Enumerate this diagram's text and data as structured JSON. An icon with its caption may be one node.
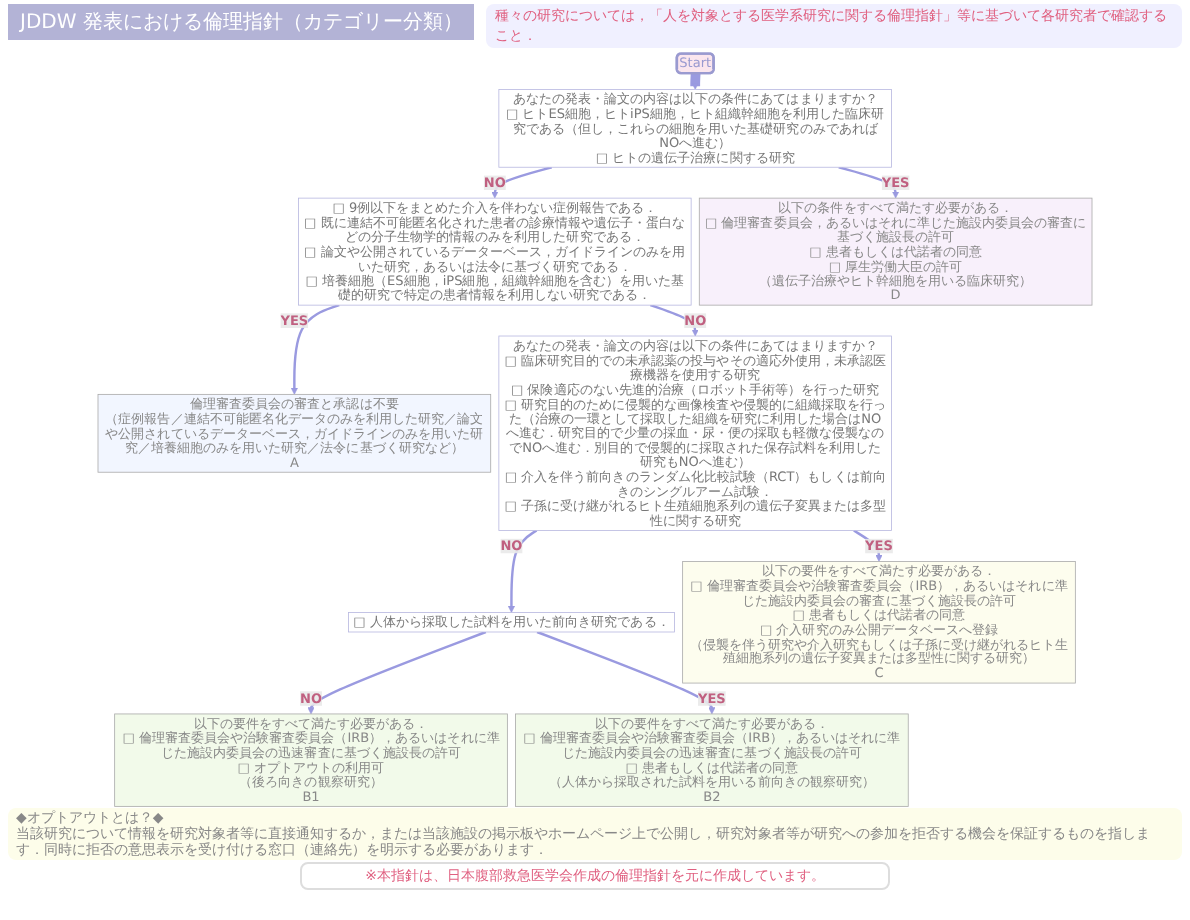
{
  "diagram": {
    "title": "JDDW 発表における倫理指針（カテゴリー分類）",
    "nodes": [
      {
        "text": [
          "Start"
        ]
      },
      {
        "text": [
          "あなたの発表・論文の内容は以下の条件にあてはまりますか？",
          "□ ヒトES細胞，ヒトiPS細胞，ヒト組織幹細胞を利用した臨床研究である（但し，これらの細胞を用いた基礎研究のみであればNOへ進む）",
          "□ ヒトの遺伝子治療に関する研究"
        ]
      },
      {
        "text": [
          "□ 9例以下をまとめた介入を伴わない症例報告である．",
          "□ 既に連結不可能匿名化された患者の診療情報や遺伝子・蛋白などの分子生物学的情報のみを利用した研究である．",
          "□ 論文や公開されているデーターベース，ガイドラインのみを用いた研究，あるいは法令に基づく研究である．",
          "□ 培養細胞（ES細胞，iPS細胞，組織幹細胞を含む）を用いた基礎的研究で特定の患者情報を利用しない研究である．"
        ]
      },
      {
        "text": [
          "あなたの発表・論文の内容は以下の条件にあてはまりますか？",
          "□ 臨床研究目的での未承認薬の投与やその適応外使用，未承認医療機器を使用する研究",
          "□ 保険適応のない先進的治療（ロボット手術等）を行った研究",
          "□ 研究目的のために侵襲的な画像検査や侵襲的に組織採取を行った（治療の一環として採取した組織を研究に利用した場合はNOへ進む．研究目的で少量の採血・尿・便の採取も軽微な侵襲なのでNOへ進む．別目的で侵襲的に採取された保存試料を利用した研究もNOへ進む）",
          "□ 介入を伴う前向きのランダム化比較試験（RCT）もしくは前向きのシングルアーム試験．",
          "□ 子孫に受け継がれるヒト生殖細胞系列の遺伝子変異または多型性に関する研究"
        ]
      },
      {
        "text": [
          "□ 人体から採取した試料を用いた前向き研究である．"
        ]
      },
      {
        "text": [
          "倫理審査委員会の審査と承認は不要",
          "（症例報告／連結不可能匿名化データのみを利用した研究／論文や公開されているデーターベース，ガイドラインのみを用いた研究／培養細胞のみを用いた研究／法令に基づく研究など）",
          "A"
        ]
      },
      {
        "text": [
          "以下の要件をすべて満たす必要がある．",
          "□ 倫理審査委員会や治験審査委員会（IRB），あるいはそれに準じた施設内委員会の迅速審査に基づく施設長の許可",
          "□ オプトアウトの利用可",
          "（後ろ向きの観察研究）",
          "B1"
        ]
      },
      {
        "text": [
          "以下の要件をすべて満たす必要がある．",
          "□ 倫理審査委員会や治験審査委員会（IRB），あるいはそれに準じた施設内委員会の迅速審査に基づく施設長の許可",
          "□ 患者もしくは代諾者の同意",
          "（人体から採取された試料を用いる前向きの観察研究）",
          "B2"
        ]
      },
      {
        "text": [
          "以下の要件をすべて満たす必要がある．",
          "□ 倫理審査委員会や治験審査委員会（IRB），あるいはそれに準じた施設内委員会の審査に基づく施設長の許可",
          "□ 患者もしくは代諾者の同意",
          "□ 介入研究のみ公開データベースへ登録",
          "（侵襲を伴う研究や介入研究もしくは子孫に受け継がれるヒト生殖細胞系列の遺伝子変異または多型性に関する研究）",
          "C"
        ]
      },
      {
        "text": [
          "以下の条件をすべて満たす必要がある．",
          "□ 倫理審査委員会，あるいはそれに準じた施設内委員会の審査に基づく施設長の許可",
          "□ 患者もしくは代諾者の同意",
          "□ 厚生労働大臣の許可",
          "（遺伝子治療やヒト幹細胞を用いる臨床研究）",
          "D"
        ]
      }
    ],
    "edges": [
      {
        "from": 0,
        "to": 1,
        "arrow": "to",
        "style": "thick"
      },
      {
        "from": 1,
        "to": 2,
        "arrow": "to",
        "label": "NO"
      },
      {
        "from": 1,
        "to": 9,
        "arrow": "to",
        "label": "YES"
      },
      {
        "from": 2,
        "to": 5,
        "arrow": "to",
        "label": "YES"
      },
      {
        "from": 2,
        "to": 3,
        "arrow": "to",
        "label": "NO"
      },
      {
        "from": 3,
        "to": 8,
        "arrow": "to",
        "label": "YES"
      },
      {
        "from": 3,
        "to": 4,
        "arrow": "to",
        "label": "NO"
      },
      {
        "from": 4,
        "to": 6,
        "arrow": "to",
        "label": "NO"
      },
      {
        "from": 4,
        "to": 7,
        "arrow": "to",
        "label": "YES"
      }
    ],
    "labels": [
      "種々の研究については，「人を対象とする医学系研究に関する倫理指針」等に基づいて各研究者で確認すること．",
      "◆オプトアウトとは？◆",
      "当該研究について情報を研究対象者等に直接通知するか，または当該施設の掲示板やホームページ上で公開し，研究対象者等が研究への参加を拒否する機会を保証するものを指します．同時に拒否の意思表示を受け付ける窓口（連絡先）を明示する必要があります．",
      "※本指針は、日本腹部救急医学会作成の倫理指針を元に作成しています。"
    ]
  }
}
